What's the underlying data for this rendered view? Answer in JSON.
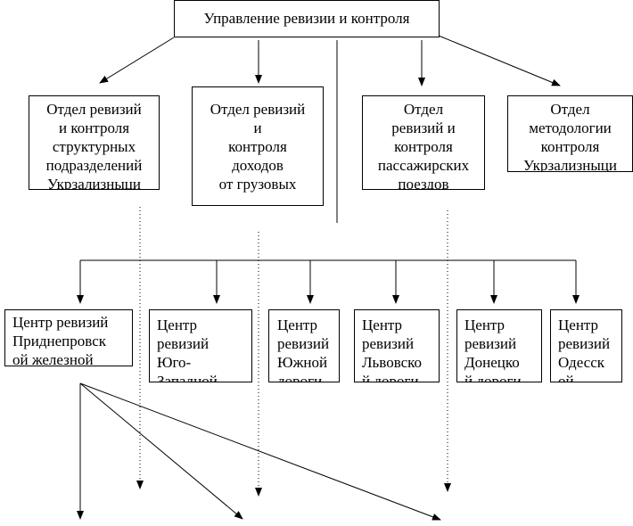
{
  "title": "Управление ревизии и контроля",
  "departments": [
    {
      "lines": [
        "Отдел ревизий",
        "и контроля",
        "структурных",
        "подразделений",
        "Укрзализныци"
      ]
    },
    {
      "lines": [
        "Отдел ревизий",
        "и",
        "контроля",
        "доходов",
        "от грузовых"
      ]
    },
    {
      "lines": [
        "Отдел",
        "ревизий и",
        "контроля",
        "пассажирских",
        "поездов"
      ]
    },
    {
      "lines": [
        "Отдел",
        "методологии",
        "контроля",
        "Укрзализныци"
      ]
    }
  ],
  "centers": [
    {
      "lines": [
        "Центр ревизий",
        "Приднепровск",
        "ой железной"
      ]
    },
    {
      "lines": [
        "Центр",
        "ревизий",
        "Юго-",
        "Западной"
      ]
    },
    {
      "lines": [
        "Центр",
        "ревизий",
        "Южной",
        "дороги"
      ]
    },
    {
      "lines": [
        "Центр",
        "ревизий",
        "Львовско",
        "й дороги"
      ]
    },
    {
      "lines": [
        "Центр",
        "ревизий",
        "Донецко",
        "й дороги"
      ]
    },
    {
      "lines": [
        "Центр",
        "ревизий",
        "Одесск",
        "ой"
      ]
    }
  ]
}
